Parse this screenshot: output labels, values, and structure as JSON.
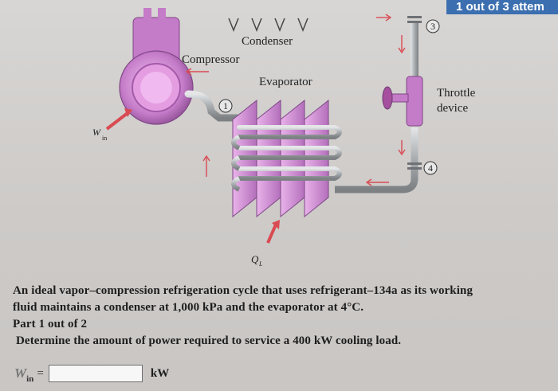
{
  "badge": {
    "attempt_text": "1 out of 3 attem"
  },
  "diagram": {
    "condenser_label": "Condenser",
    "compressor_label": "Compressor",
    "evaporator_label": "Evaporator",
    "throttle_label_line1": "Throttle",
    "throttle_label_line2": "device",
    "state_1": "1",
    "state_3": "3",
    "state_4": "4",
    "work_in_symbol": "W",
    "work_in_sub": "in",
    "heat_symbol": "Q",
    "heat_sub": "L",
    "colors": {
      "equipment": "#c47bc8",
      "pipe": "#a9adb0",
      "arrow": "#d94a52"
    }
  },
  "problem": {
    "line1": "An ideal vapor–compression refrigeration cycle that uses refrigerant–134a as its working",
    "line2": "fluid maintains a condenser at 1,000 kPa and the evaporator at 4°C.",
    "part": "Part 1 out of 2",
    "question": "Determine the amount of power required to service a 400 kW cooling load."
  },
  "answer": {
    "symbol": "W",
    "subscript": "in",
    "equals": "=",
    "value": "",
    "unit": "kW"
  }
}
